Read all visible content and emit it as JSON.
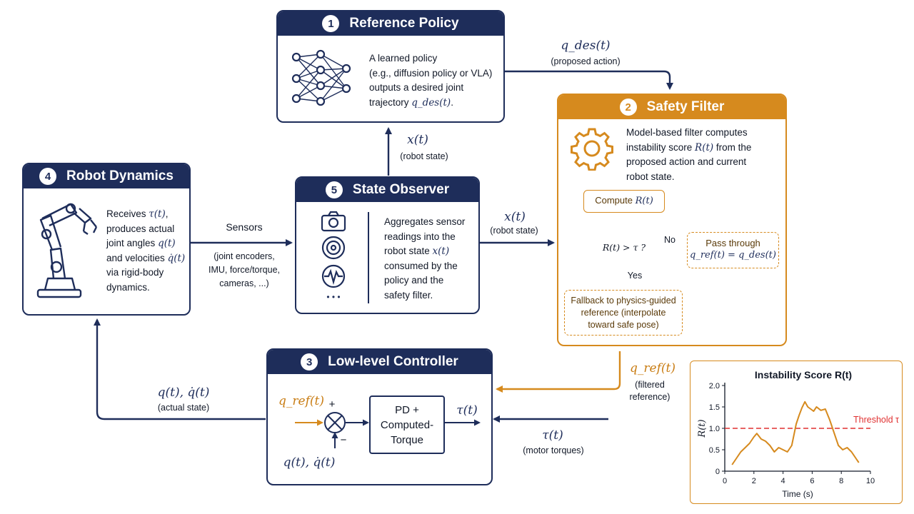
{
  "colors": {
    "navy": "#1e2d5a",
    "orange": "#d68a1e",
    "threshold": "#e03131"
  },
  "reference_policy": {
    "number": "1",
    "title": "Reference Policy",
    "icon": "neural-network-icon",
    "lines": [
      "A learned policy",
      "(e.g., diffusion policy or VLA)",
      "outputs a desired joint"
    ],
    "line4_prefix": "trajectory ",
    "line4_math": "q_des(t)",
    "line4_suffix": "."
  },
  "safety_filter": {
    "number": "2",
    "title": "Safety Filter",
    "icon": "gear-icon",
    "line1": "Model-based filter computes",
    "line2_prefix": "instability score ",
    "line2_math": "R(t)",
    "line2_suffix": " from the",
    "line3": "proposed action and current",
    "line4": "robot state.",
    "compute_prefix": "Compute ",
    "compute_math": "R(t)",
    "decision": "R(t) > τ ?",
    "no_label": "No",
    "yes_label": "Yes",
    "pass_title": "Pass through",
    "pass_math": "q_ref(t) = q_des(t)",
    "fallback_lines": [
      "Fallback to physics-guided",
      "reference (interpolate",
      "toward safe pose)"
    ]
  },
  "low_level_controller": {
    "number": "3",
    "title": "Low-level Controller",
    "input_ref": "q_ref(t)",
    "plus": "+",
    "minus": "−",
    "feedback": "q(t), q̇(t)",
    "pd_lines": [
      "PD +",
      "Computed-",
      "Torque"
    ],
    "output": "τ(t)"
  },
  "robot_dynamics": {
    "number": "4",
    "title": "Robot Dynamics",
    "icon": "robot-arm-icon",
    "l1_prefix": "Receives ",
    "l1_math": "τ(t)",
    "l1_suffix": ",",
    "l2": "produces actual",
    "l3_prefix": "joint angles ",
    "l3_math": "q(t)",
    "l4_prefix": "and velocities ",
    "l4_math": "q̇(t)",
    "l5": "via rigid-body",
    "l6": "dynamics."
  },
  "state_observer": {
    "number": "5",
    "title": "State Observer",
    "icons": [
      "camera-icon",
      "target-icon",
      "pulse-icon"
    ],
    "more": "• • •",
    "l1": "Aggregates sensor",
    "l2": "readings into the",
    "l3_prefix": "robot state ",
    "l3_math": "x(t)",
    "l4": "consumed by the",
    "l5": "policy and the",
    "l6": "safety filter."
  },
  "edges": {
    "qdes_math": "q_des(t)",
    "qdes_label": "(proposed action)",
    "x_up_math": "x(t)",
    "x_up_label": "(robot state)",
    "x_right_math": "x(t)",
    "x_right_label": "(robot state)",
    "sensors_title": "Sensors",
    "sensors_lines": [
      "(joint encoders,",
      "IMU, force/torque,",
      "cameras, ...)"
    ],
    "actual_math": "q(t), q̇(t)",
    "actual_label": "(actual state)",
    "tau_math": "τ(t)",
    "tau_label": "(motor torques)",
    "qref_math": "q_ref(t)",
    "qref_lines": [
      "(filtered",
      "reference)"
    ]
  },
  "chart_data": {
    "type": "line",
    "title": "Instability Score R(t)",
    "xlabel": "Time (s)",
    "ylabel": "R(t)",
    "xlim": [
      0,
      10
    ],
    "ylim": [
      0,
      2.0
    ],
    "xticks": [
      "0",
      "2",
      "4",
      "6",
      "8",
      "10"
    ],
    "yticks": [
      "0",
      "0.5",
      "1.0",
      "1.5",
      "2.0"
    ],
    "threshold": {
      "label": "Threshold τ",
      "value": 1.0
    },
    "x": [
      0.5,
      0.8,
      1.1,
      1.4,
      1.7,
      2.0,
      2.2,
      2.5,
      2.8,
      3.1,
      3.4,
      3.7,
      4.0,
      4.3,
      4.6,
      4.9,
      5.1,
      5.3,
      5.5,
      5.7,
      5.9,
      6.1,
      6.3,
      6.6,
      6.9,
      7.2,
      7.5,
      7.8,
      8.1,
      8.4,
      8.7,
      9.0,
      9.2
    ],
    "values": [
      0.15,
      0.3,
      0.45,
      0.55,
      0.65,
      0.8,
      0.88,
      0.75,
      0.7,
      0.6,
      0.45,
      0.55,
      0.5,
      0.45,
      0.6,
      1.1,
      1.3,
      1.48,
      1.62,
      1.5,
      1.45,
      1.4,
      1.5,
      1.42,
      1.45,
      1.2,
      0.9,
      0.6,
      0.5,
      0.55,
      0.45,
      0.3,
      0.2
    ]
  }
}
